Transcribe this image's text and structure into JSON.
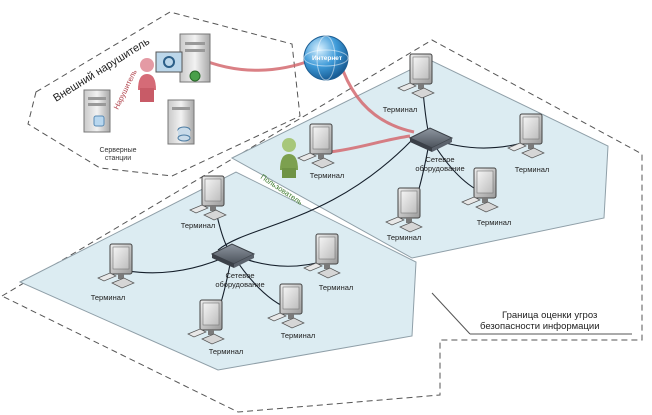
{
  "external": {
    "title": "Внешний нарушитель",
    "attacker_label": "Нарушитель",
    "servers_label": [
      "Серверные",
      "станции"
    ]
  },
  "internet": {
    "label": "Интернет"
  },
  "user": {
    "label": "Пользователь"
  },
  "switch_label": [
    "Сетевое",
    "оборудование"
  ],
  "terminal_label": "Терминал",
  "boundary": {
    "lines": [
      "Граница оценки угроз",
      "безопасности информации"
    ]
  },
  "colors": {
    "zone_fill": "#dcecf2",
    "zone_stroke": "#8f9fa8",
    "cable": "#151f2b",
    "red_link": "#d36a70",
    "attacker": "#d56b77",
    "user": "#7ca04f"
  }
}
